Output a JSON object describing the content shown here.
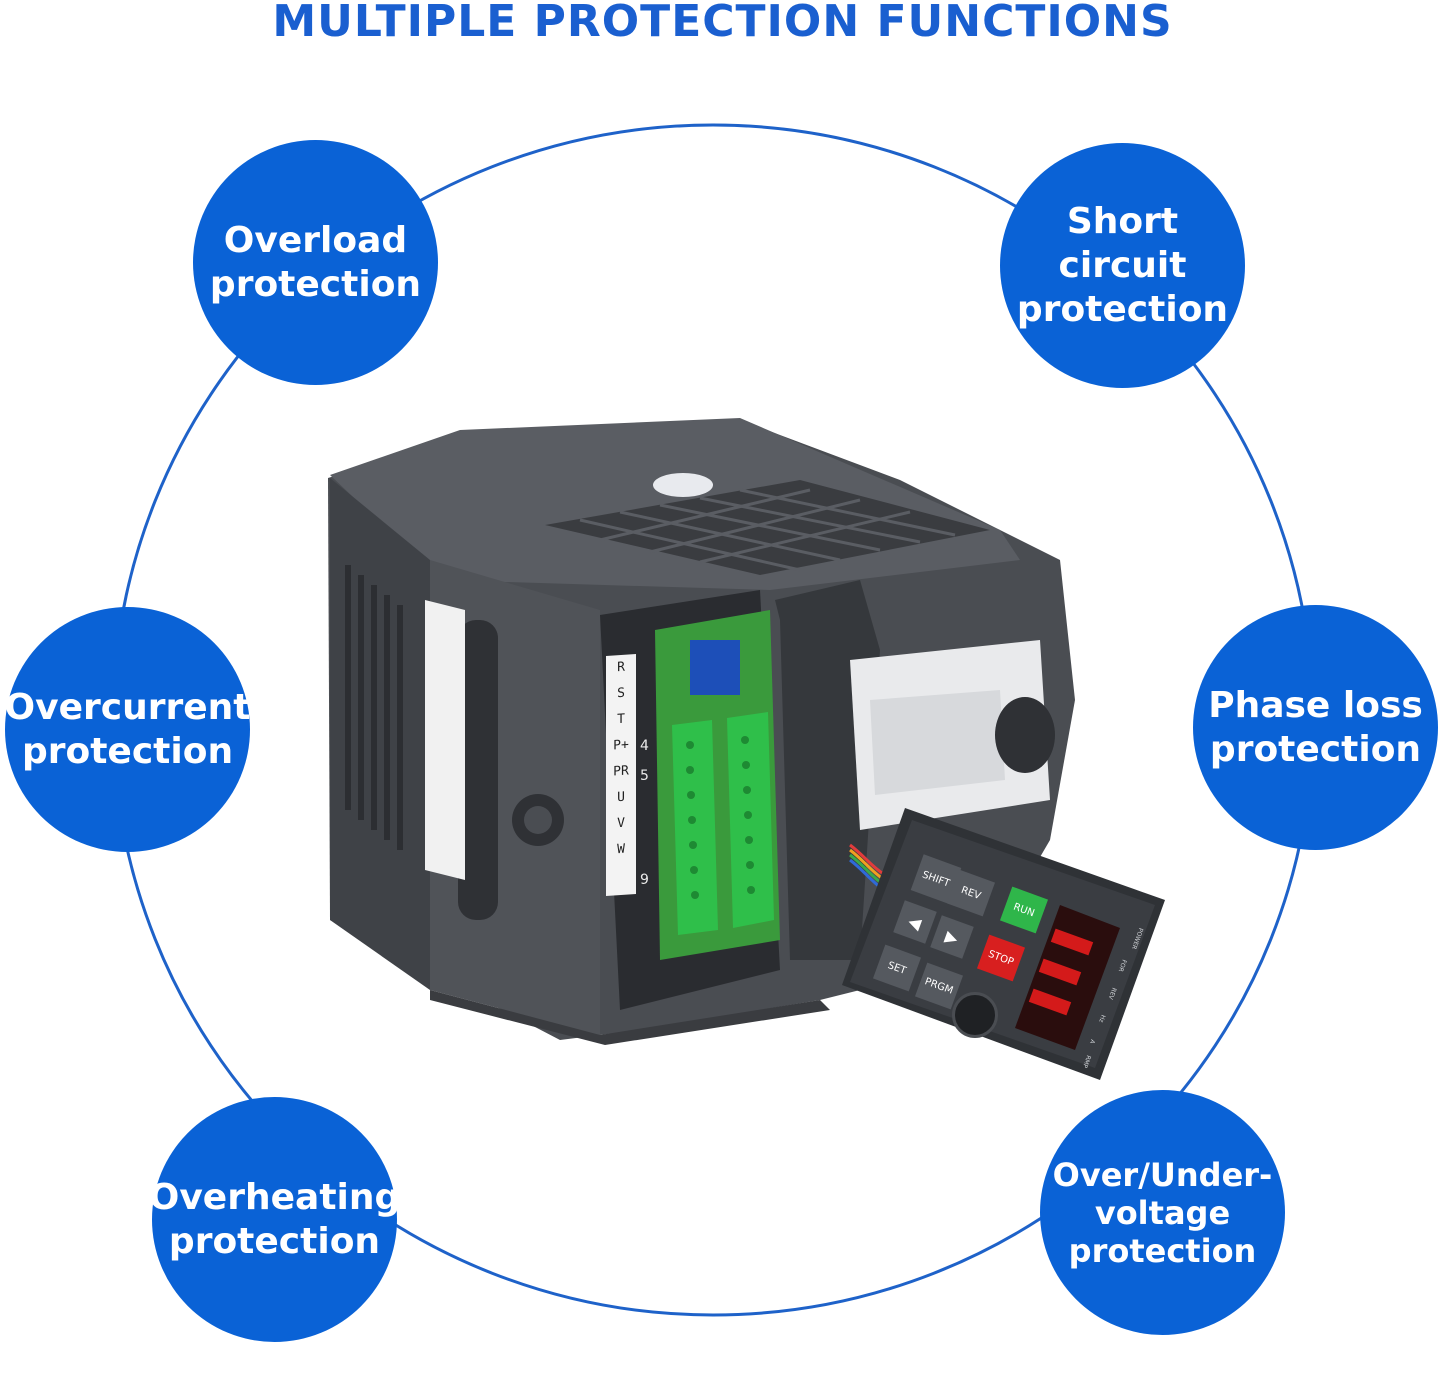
{
  "page": {
    "title": "MULTIPLE PROTECTION FUNCTIONS"
  },
  "colors": {
    "accent_blue": "#0a62d6",
    "title_blue": "#1a5fd0",
    "ring": "#1e62c9",
    "device_body": "#4a4d52",
    "terminal_green": "#2fbf4a",
    "led_red": "#d41a1a"
  },
  "features": [
    {
      "label": "Overload\nprotection"
    },
    {
      "label": "Short\ncircuit\nprotection"
    },
    {
      "label": "Overcurrent\nprotection"
    },
    {
      "label": "Phase loss\nprotection"
    },
    {
      "label": "Overheating\nprotection"
    },
    {
      "label": "Over/Under-\nvoltage\nprotection"
    }
  ],
  "keypad": {
    "buttons": [
      "SHIFT",
      "REV",
      "RUN",
      "STOP",
      "SET",
      "PRGM"
    ],
    "indicators": [
      "POWER",
      "FOR",
      "REV",
      "Hz",
      "A",
      "RMP"
    ]
  },
  "terminal_label": {
    "top": [
      "R",
      "S",
      "T",
      "P+",
      "PR",
      "U",
      "V",
      "W"
    ],
    "numbers": [
      "4",
      "5",
      "9"
    ]
  }
}
